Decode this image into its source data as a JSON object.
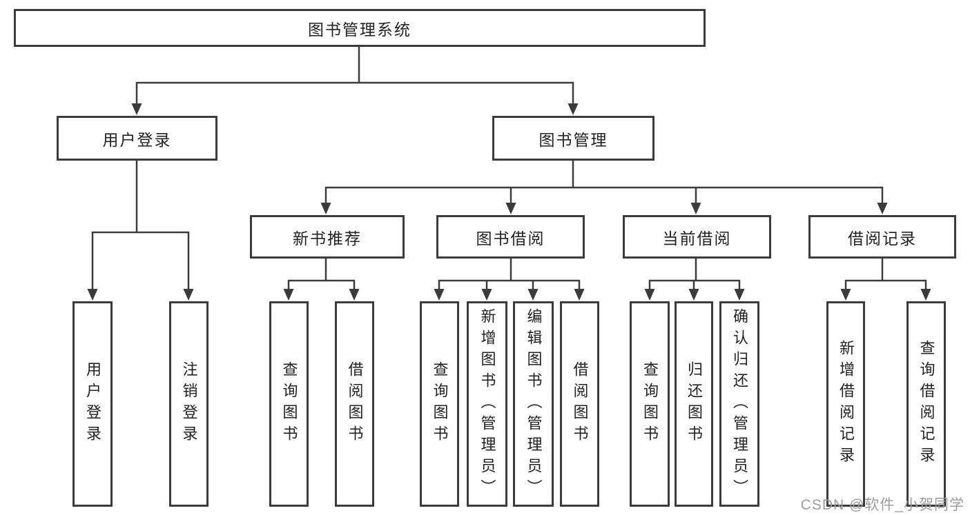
{
  "tree": {
    "root": {
      "label": "图书管理系统"
    },
    "children": [
      {
        "label": "用户登录",
        "children": [
          {
            "label": "用户登录"
          },
          {
            "label": "注销登录"
          }
        ]
      },
      {
        "label": "图书管理",
        "children": [
          {
            "label": "新书推荐",
            "children": [
              {
                "label": "查询图书"
              },
              {
                "label": "借阅图书"
              }
            ]
          },
          {
            "label": "图书借阅",
            "children": [
              {
                "label": "查询图书"
              },
              {
                "label": "新增图书（管理员）"
              },
              {
                "label": "编辑图书（管理员）"
              },
              {
                "label": "借阅图书"
              }
            ]
          },
          {
            "label": "当前借阅",
            "children": [
              {
                "label": "查询图书"
              },
              {
                "label": "归还图书"
              },
              {
                "label": "确认归还（管理员）"
              }
            ]
          },
          {
            "label": "借阅记录",
            "children": [
              {
                "label": "新增借阅记录"
              },
              {
                "label": "查询借阅记录"
              }
            ]
          }
        ]
      }
    ]
  },
  "watermark": {
    "text": "CSDN @软件_小贺同学"
  },
  "colors": {
    "line": "#3b3b3b",
    "box_border": "#3b3b3b",
    "text": "#222222",
    "background": "#ffffff",
    "watermark_text": "#9d9d9d"
  }
}
